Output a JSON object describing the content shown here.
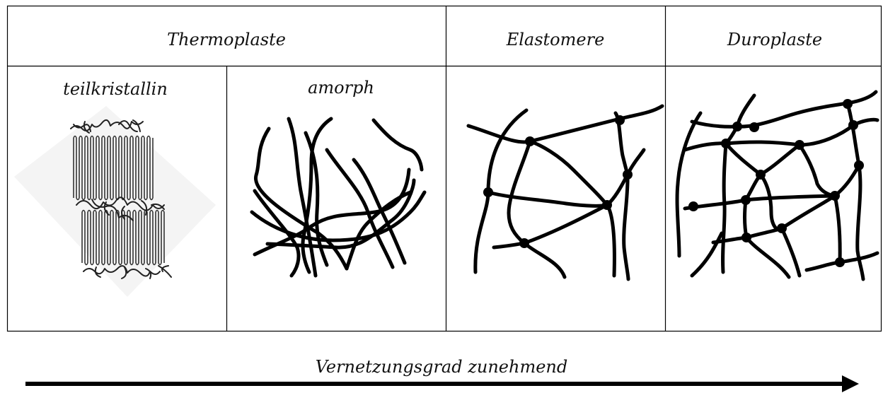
{
  "table": {
    "headers": {
      "thermoplaste": "Thermoplaste",
      "elastomere": "Elastomere",
      "duroplaste": "Duroplaste"
    },
    "subheaders": {
      "teilkristallin": "teilkristallin",
      "amorph": "amorph"
    }
  },
  "arrow": {
    "label": "Vernetzungsgrad zunehmend"
  }
}
